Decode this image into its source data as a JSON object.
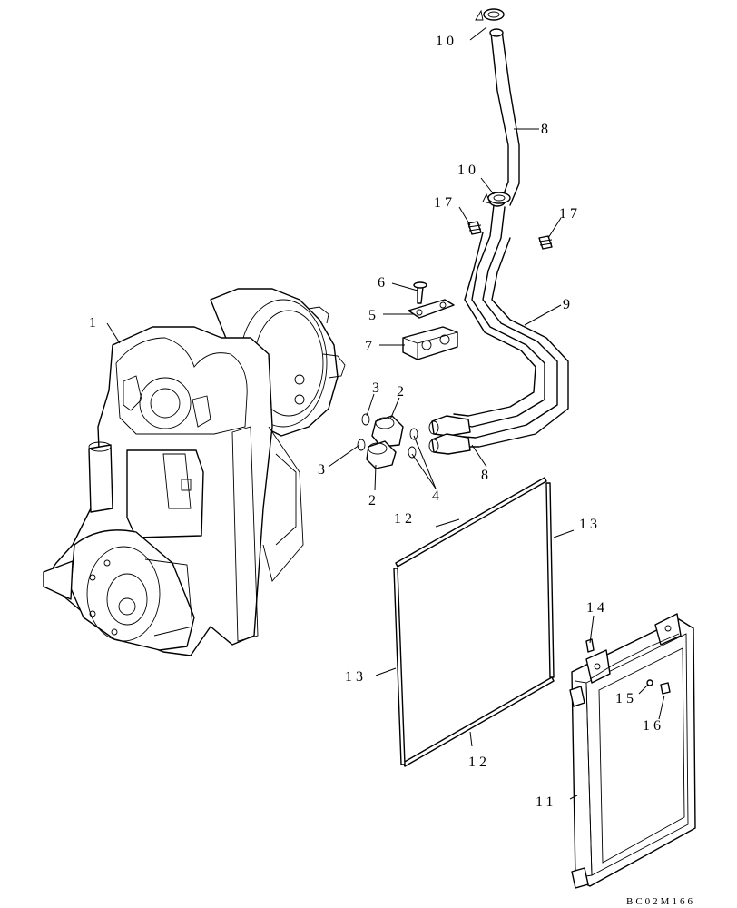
{
  "callouts": {
    "c1": "1",
    "c2a": "2",
    "c2b": "2",
    "c3a": "3",
    "c3b": "3",
    "c4": "4",
    "c5": "5",
    "c6": "6",
    "c7": "7",
    "c8a": "8",
    "c8b": "8",
    "c9": "9",
    "c10a": "10",
    "c10b": "10",
    "c11": "11",
    "c12a": "12",
    "c12b": "12",
    "c13a": "13",
    "c13b": "13",
    "c14": "14",
    "c15": "15",
    "c16": "16",
    "c17a": "17",
    "c17b": "17"
  },
  "drawing_code": "BC02M166"
}
